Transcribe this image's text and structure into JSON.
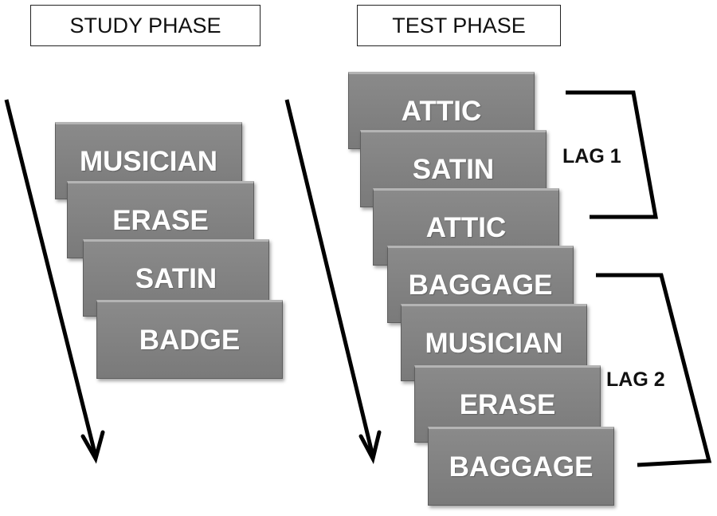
{
  "phases": {
    "study_label": "STUDY PHASE",
    "test_label": "TEST PHASE"
  },
  "study_words": [
    "MUSICIAN",
    "ERASE",
    "SATIN",
    "BADGE"
  ],
  "test_words": [
    "ATTIC",
    "SATIN",
    "ATTIC",
    "BAGGAGE",
    "MUSICIAN",
    "ERASE",
    "BAGGAGE"
  ],
  "lags": {
    "lag1_label": "LAG 1",
    "lag2_label": "LAG 2"
  },
  "colors": {
    "card": "#808080",
    "text": "#ffffff",
    "lines": "#000000"
  }
}
